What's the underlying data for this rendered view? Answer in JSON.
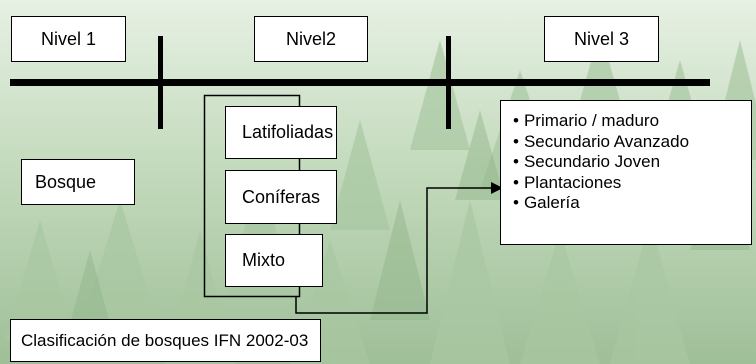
{
  "levels": {
    "nivel1": "Nivel 1",
    "nivel2": "Nivel2",
    "nivel3": "Nivel 3"
  },
  "bosque": "Bosque",
  "forest_types": [
    "Latifoliadas",
    "Coníferas",
    "Mixto"
  ],
  "successional_stages": [
    "Primario / maduro",
    "Secundario Avanzado",
    "Secundario Joven",
    "Plantaciones",
    "Galería"
  ],
  "caption": "Clasificación de bosques IFN 2002-03",
  "colors": {
    "background": "#bcd5b4",
    "box_fill": "#ffffff",
    "stroke": "#000000"
  }
}
